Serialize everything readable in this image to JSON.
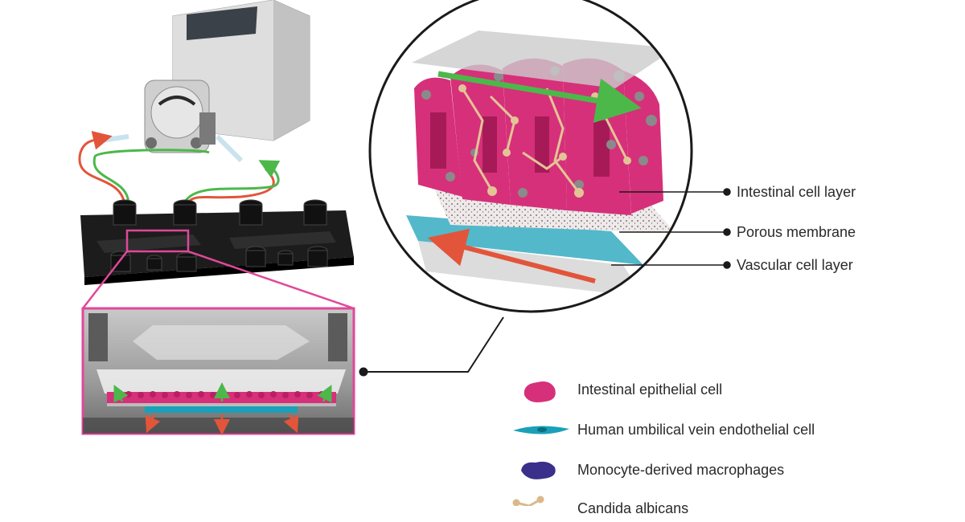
{
  "diagram": {
    "callouts": [
      {
        "label": "Intestinal cell layer"
      },
      {
        "label": "Porous membrane"
      },
      {
        "label": "Vascular cell layer"
      }
    ],
    "legend": [
      {
        "label": "Intestinal epithelial cell",
        "icon": "epithelial-cell-icon",
        "color": "#d6307a"
      },
      {
        "label": "Human umbilical vein endothelial cell",
        "icon": "endothelial-cell-icon",
        "color": "#1aa0b8"
      },
      {
        "label": "Monocyte-derived macrophages",
        "icon": "macrophage-icon",
        "color": "#3a2f8a"
      },
      {
        "label": "Candida albicans",
        "icon": "candida-icon",
        "color": "#d9b98a"
      }
    ],
    "colors": {
      "outline": "#1a1a1a",
      "highlight_box": "#e0489a",
      "flow_in": "#4cb84a",
      "flow_out": "#e2553a",
      "chip_body": "#1c1c1c",
      "pump_body": "#d8d8d8"
    }
  }
}
